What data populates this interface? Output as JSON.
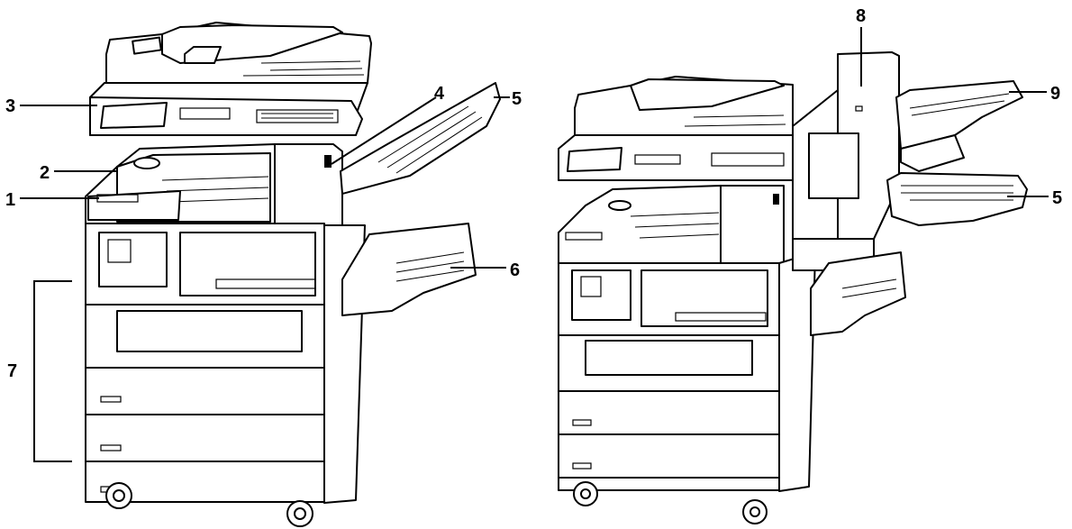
{
  "callouts": {
    "c1": "1",
    "c2": "2",
    "c3": "3",
    "c4": "4",
    "c5": "5",
    "c6": "6",
    "c7": "7",
    "c8": "8",
    "c9": "9",
    "c5b": "5"
  },
  "icons": [
    "copier-left-illustration",
    "copier-right-illustration"
  ],
  "colors": {
    "line": "#000000",
    "background": "#ffffff"
  }
}
